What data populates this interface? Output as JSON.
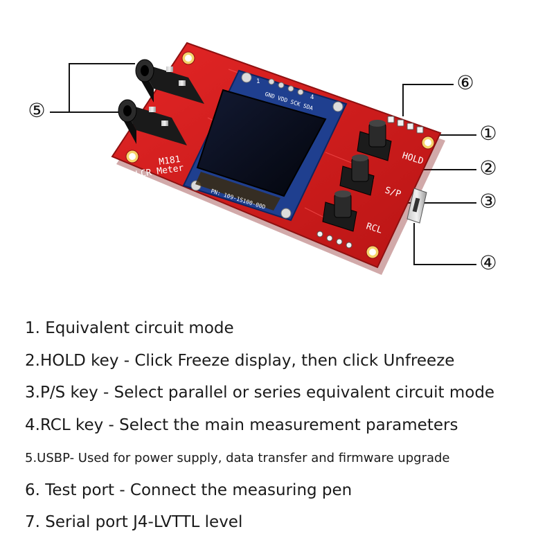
{
  "board": {
    "silkscreen_model": "M181",
    "silkscreen_name": "LCR Meter",
    "oled_pins": "GND VDD SCK SDA",
    "oled_pin1": "1",
    "oled_pin4": "4",
    "oled_part": "PN: 109-1S100-00D",
    "key_hold": "HOLD",
    "key_sp": "S/P",
    "key_rcl": "RCL"
  },
  "callouts": {
    "c1": "①",
    "c2": "②",
    "c3": "③",
    "c4": "④",
    "c5": "⑤",
    "c6": "⑥"
  },
  "descriptions": [
    "1. Equivalent circuit mode",
    "2.HOLD key - Click Freeze display, then click Unfreeze",
    "3.P/S key - Select parallel or series equivalent circuit mode",
    "4.RCL key - Select the main measurement parameters",
    "5.USBP- Used for power supply, data transfer and firmware upgrade",
    "6. Test port - Connect the measuring pen",
    "7. Serial port J4-LVTTL level"
  ],
  "colors": {
    "pcb": "#d81e1e",
    "oled_frame": "#1f3f8f",
    "oled_screen": "#070b18",
    "callout_line": "#111111"
  }
}
